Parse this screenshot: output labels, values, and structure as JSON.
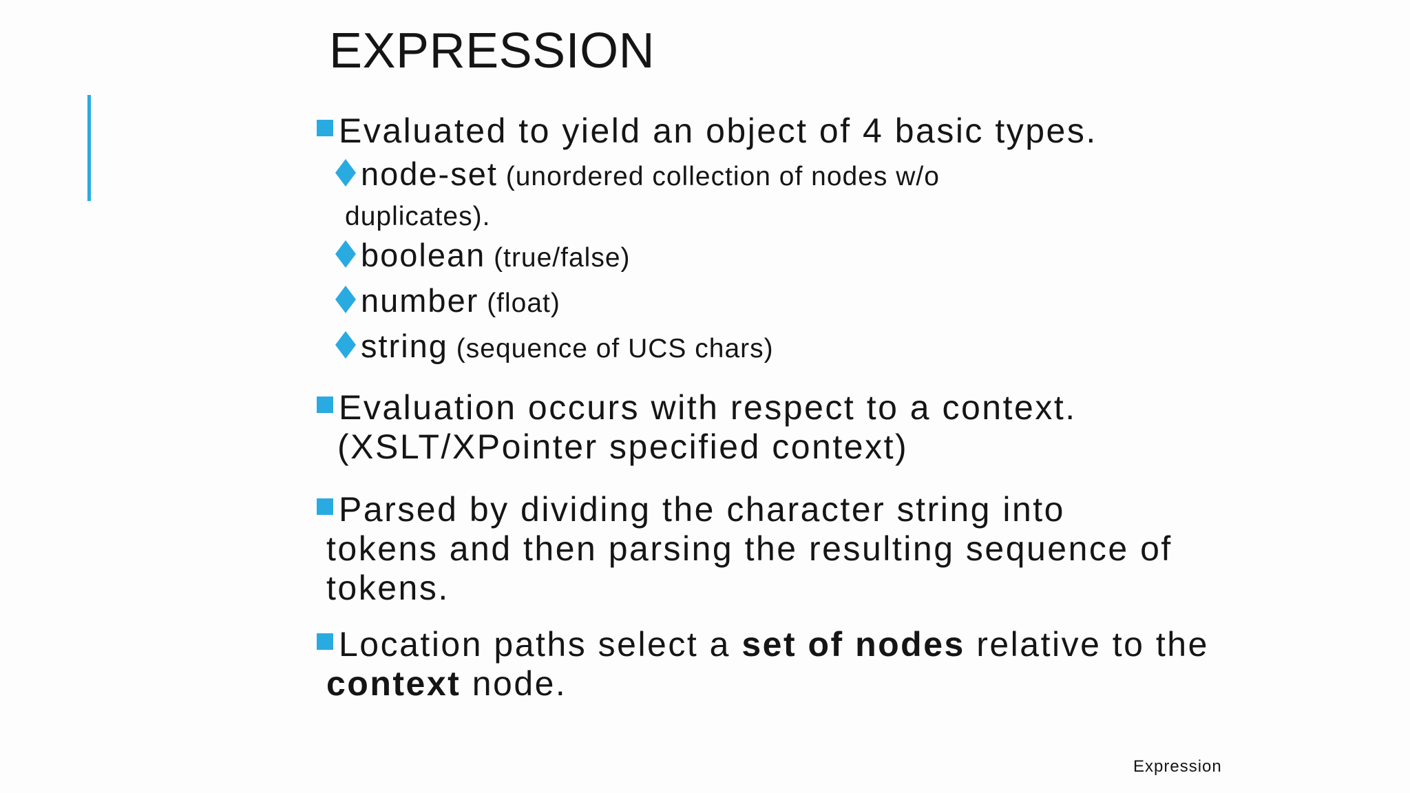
{
  "slide": {
    "title": "EXPRESSION",
    "footer_label": "Expression",
    "accent_color": "#29ABE2",
    "background_color": "#FDFDFD",
    "text_color": "#151515",
    "bullets": [
      {
        "text": "Evaluated to yield an object of 4 basic types."
      },
      {
        "text": "Evaluation occurs with respect to a context.\n(XSLT/XPointer specified context)"
      },
      {
        "text": "Parsed by dividing the character string into\ntokens and then parsing the resulting sequence of\ntokens."
      }
    ],
    "types": [
      {
        "term": "node-set",
        "note": " (unordered collection of nodes w/o\nduplicates)."
      },
      {
        "term": "boolean",
        "note": " (true/false)"
      },
      {
        "term": "number",
        "note": " (float)"
      },
      {
        "term": "string",
        "note": " (sequence of UCS chars)"
      }
    ],
    "location_bullet": {
      "lead": "Location paths select a ",
      "emphasis1": "set of nodes",
      "middle": " relative to the\n",
      "emphasis2": "context",
      "tail": " node."
    }
  }
}
